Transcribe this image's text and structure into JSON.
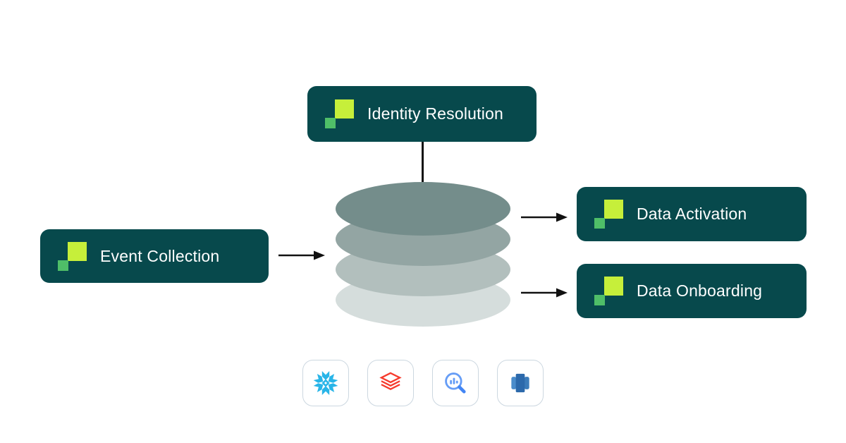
{
  "nodes": {
    "identity_resolution": {
      "label": "Identity Resolution"
    },
    "event_collection": {
      "label": "Event Collection"
    },
    "data_activation": {
      "label": "Data Activation"
    },
    "data_onboarding": {
      "label": "Data Onboarding"
    }
  },
  "warehouses": [
    {
      "icon": "snowflake-icon"
    },
    {
      "icon": "databricks-icon"
    },
    {
      "icon": "bigquery-icon"
    },
    {
      "icon": "redshift-icon"
    }
  ],
  "colors": {
    "node_bg": "#07494c",
    "node_text": "#ffffff",
    "logo_lime": "#c6ef3a",
    "logo_green": "#4fbe68",
    "arrow": "#111111",
    "card_bg": "#ffffff",
    "card_border": "#ccd7e0",
    "snowflake_blue": "#29b5e8",
    "databricks_red": "#f63b2d",
    "bigquery_blue_light": "#669df6",
    "bigquery_blue_dark": "#4285f4",
    "redshift_blue_dark": "#2c69ab",
    "redshift_blue_mid": "#3c7cba",
    "redshift_blue_light": "#4a8ccb",
    "cylinder_layers": [
      "#748d8b",
      "#93a5a3",
      "#b2bfbd",
      "#d5dddc"
    ]
  }
}
